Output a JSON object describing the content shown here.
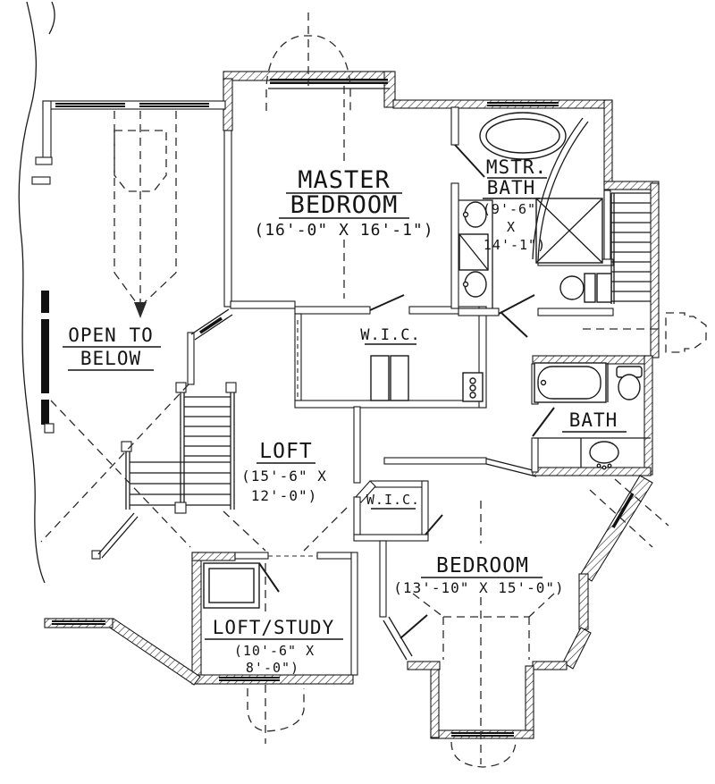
{
  "drawing": {
    "kind": "second-floor house plan",
    "background_color": "#ffffff",
    "line_color": "#1a1a1a"
  },
  "rooms": {
    "master_bedroom": {
      "name_line1": "MASTER",
      "name_line2": "BEDROOM",
      "dims": "(16'-0\" X 16'-1\")"
    },
    "master_bath": {
      "name_line1": "MSTR.",
      "name_line2": "BATH",
      "dims_line1": "(9'-6\"",
      "dims_line2": "X",
      "dims_line3": "14'-1\")"
    },
    "open_to_below": {
      "name_line1": "OPEN TO",
      "name_line2": "BELOW"
    },
    "wic_master": {
      "name": "W.I.C."
    },
    "loft": {
      "name": "LOFT",
      "dims_line1": "(15'-6\" X",
      "dims_line2": "12'-0\")"
    },
    "bath": {
      "name": "BATH"
    },
    "wic_bedroom": {
      "name": "W.I.C."
    },
    "bedroom": {
      "name": "BEDROOM",
      "dims": "(13'-10\" X 15'-0\")"
    },
    "loft_study": {
      "name": "LOFT/STUDY",
      "dims_line1": "(10'-6\" X",
      "dims_line2": "8'-0\")"
    }
  }
}
